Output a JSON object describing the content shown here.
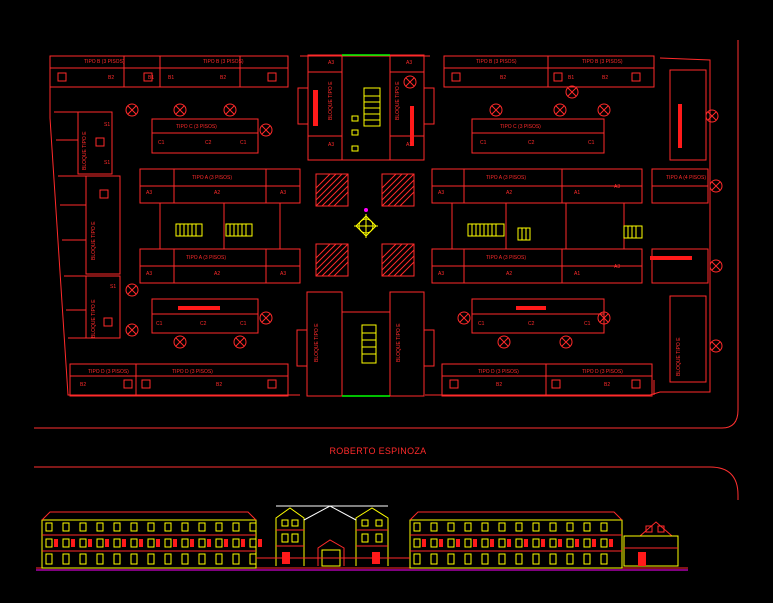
{
  "street_name": "ROBERTO ESPINOZA",
  "colors": {
    "background": "#000000",
    "outline": "#ff2a2a",
    "fill_red": "#ff1a1a",
    "stairs": "#ffff00",
    "road_edge": "#ff3030",
    "accent_green": "#00ff00",
    "symbol_magenta": "#ff00ff"
  },
  "block_labels": {
    "tipo_b_3": "TIPO B (3 PISOS)",
    "tipo_c_3": "TIPO C (3 PISOS)",
    "tipo_a_3": "TIPO A (3 PISOS)",
    "tipo_a_4": "TIPO A (4 PISOS)",
    "tipo_d_3": "TIPO D (3 PISOS)"
  },
  "unit_codes": {
    "a1": "A1",
    "a2": "A2",
    "a3": "A3",
    "b1": "B1",
    "b2": "B2",
    "c1": "C1",
    "c2": "C2",
    "s1": "S1"
  },
  "vertical_label": "BLOQUE TIPO E"
}
